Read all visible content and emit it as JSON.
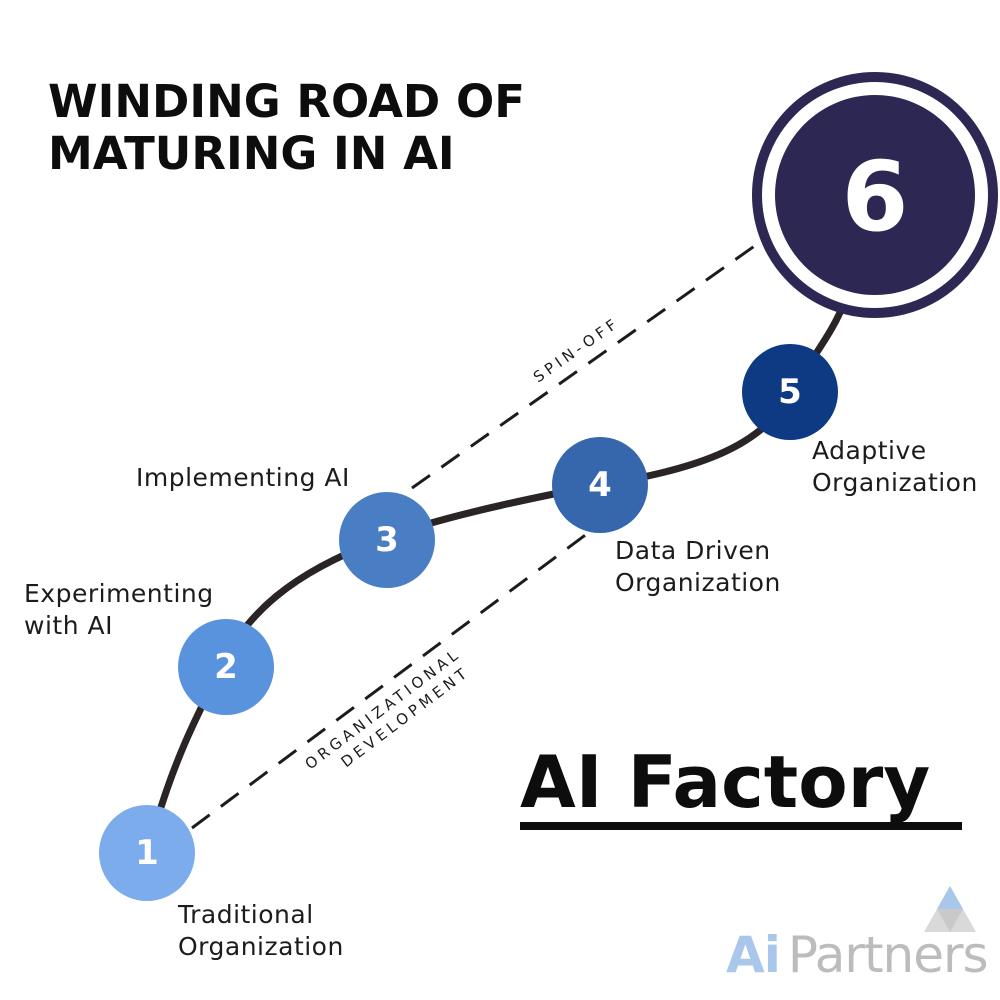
{
  "title": {
    "line1": "WINDING ROAD OF",
    "line2": "MATURING IN AI"
  },
  "stages": [
    {
      "number": "1",
      "label_lines": [
        "Traditional",
        "Organization"
      ],
      "color": "#7cacec"
    },
    {
      "number": "2",
      "label_lines": [
        "Experimenting",
        "with AI"
      ],
      "color": "#5a93dd"
    },
    {
      "number": "3",
      "label_lines": [
        "Implementing AI"
      ],
      "color": "#4a7ec4"
    },
    {
      "number": "4",
      "label_lines": [
        "Data Driven",
        "Organization"
      ],
      "color": "#3666ab"
    },
    {
      "number": "5",
      "label_lines": [
        "Adaptive",
        "Organization"
      ],
      "color": "#0e3a84"
    },
    {
      "number": "6",
      "label_lines": [],
      "color": "#2d2753"
    }
  ],
  "dashed_paths": {
    "organizational": {
      "line1": "ORGANIZATIONAL",
      "line2": "DEVELOPMENT"
    },
    "spin_off": "SPIN-OFF"
  },
  "factory_title": "AI Factory",
  "logo": {
    "ai": "Ai",
    "partners": "Partners"
  },
  "colors": {
    "road": "#2b2424",
    "ring_6": "#2d2753",
    "text": "#1c1c1c"
  },
  "icons": {
    "logo_mark": "triangle-cube-icon"
  }
}
